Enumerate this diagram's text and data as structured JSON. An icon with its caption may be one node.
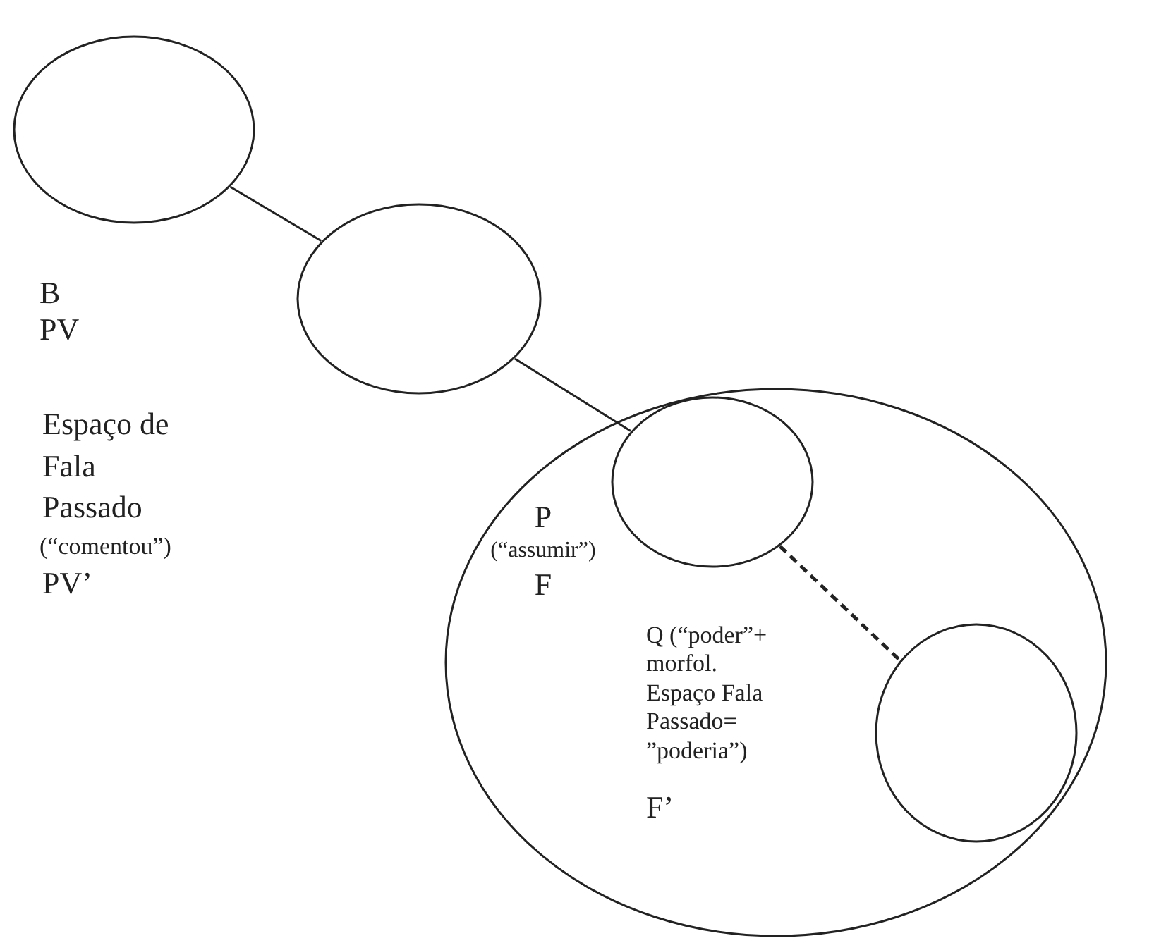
{
  "diagram": {
    "nodes": [
      {
        "text": [],
        "shape": "circle",
        "beside": [
          "B",
          "PV"
        ]
      },
      {
        "text": [],
        "shape": "circle",
        "beside": [
          "Espaço de Fala Passado",
          "(“comentou”)",
          "PV’"
        ]
      },
      {
        "text": [],
        "shape": "circle"
      },
      {
        "text": [],
        "shape": "circle",
        "in": 2,
        "beside": [
          "P",
          "(“assumir”)",
          "F"
        ]
      },
      {
        "text": [],
        "shape": "circle",
        "in": 2,
        "beside": [
          "Q (“poder”+ morfol. Espaço Fala Passado= ”poderia”)",
          "F’"
        ]
      }
    ],
    "edges": [
      {
        "from": 0,
        "to": 1,
        "arrow": "none"
      },
      {
        "from": 1,
        "to": 3,
        "arrow": "none"
      },
      {
        "from": 3,
        "to": 4,
        "arrow": "none",
        "style": "dashed"
      }
    ]
  }
}
